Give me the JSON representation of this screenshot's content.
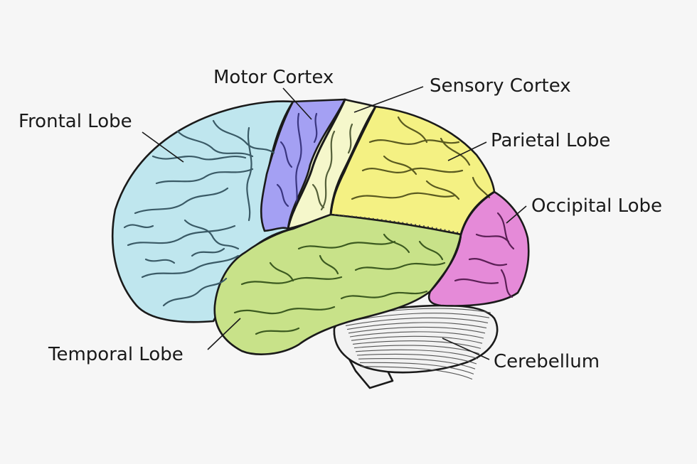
{
  "colors": {
    "background": "#f6f6f6",
    "frontal": "#bfe6ee",
    "motor": "#a4a0f3",
    "sensory": "#f5f7cb",
    "parietal": "#f4f183",
    "occipital": "#e58ad8",
    "temporal": "#c8e289",
    "cerebellum": "#f2f2f2",
    "outline": "#1a1a1a",
    "fold_frontal": "#3a5a66",
    "fold_motor": "#3a3680",
    "fold_sensory": "#55603a",
    "fold_parietal": "#5a5a20",
    "fold_occipital": "#5a1f55",
    "fold_temporal": "#3c5a20"
  },
  "labels": {
    "frontal": "Frontal Lobe",
    "motor": "Motor Cortex",
    "sensory": "Sensory Cortex",
    "parietal": "Parietal Lobe",
    "occipital": "Occipital Lobe",
    "temporal": "Temporal Lobe",
    "cerebellum": "Cerebellum"
  }
}
